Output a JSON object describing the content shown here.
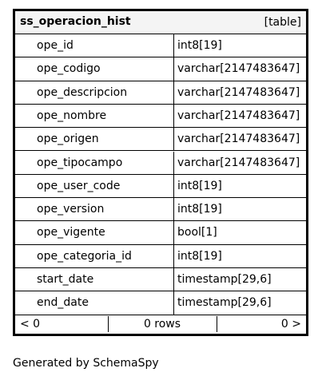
{
  "table": {
    "name": "ss_operacion_hist",
    "kind": "[table]",
    "columns": [
      {
        "name": "ope_id",
        "type": "int8[19]"
      },
      {
        "name": "ope_codigo",
        "type": "varchar[2147483647]"
      },
      {
        "name": "ope_descripcion",
        "type": "varchar[2147483647]"
      },
      {
        "name": "ope_nombre",
        "type": "varchar[2147483647]"
      },
      {
        "name": "ope_origen",
        "type": "varchar[2147483647]"
      },
      {
        "name": "ope_tipocampo",
        "type": "varchar[2147483647]"
      },
      {
        "name": "ope_user_code",
        "type": "int8[19]"
      },
      {
        "name": "ope_version",
        "type": "int8[19]"
      },
      {
        "name": "ope_vigente",
        "type": "bool[1]"
      },
      {
        "name": "ope_categoria_id",
        "type": "int8[19]"
      },
      {
        "name": "start_date",
        "type": "timestamp[29,6]"
      },
      {
        "name": "end_date",
        "type": "timestamp[29,6]"
      }
    ],
    "footer": {
      "prev": "< 0",
      "rows": "0 rows",
      "next": "0 >"
    }
  },
  "credit": "Generated by SchemaSpy"
}
